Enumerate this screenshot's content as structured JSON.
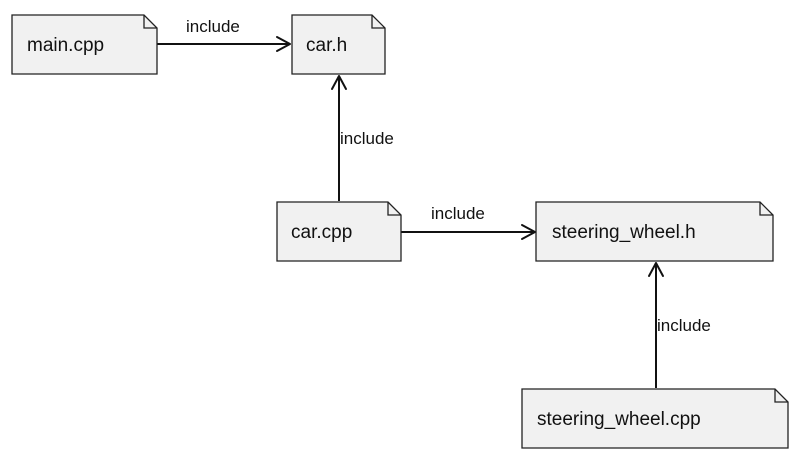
{
  "nodes": {
    "main_cpp": {
      "label": "main.cpp"
    },
    "car_h": {
      "label": "car.h"
    },
    "car_cpp": {
      "label": "car.cpp"
    },
    "steering_wheel_h": {
      "label": "steering_wheel.h"
    },
    "steering_wheel_cpp": {
      "label": "steering_wheel.cpp"
    }
  },
  "edges": {
    "main_to_car_h": {
      "from": "main.cpp",
      "to": "car.h",
      "label": "include"
    },
    "car_cpp_to_car_h": {
      "from": "car.cpp",
      "to": "car.h",
      "label": "include"
    },
    "car_cpp_to_steering_h": {
      "from": "car.cpp",
      "to": "steering_wheel.h",
      "label": "include"
    },
    "steering_cpp_to_steering_h": {
      "from": "steering_wheel.cpp",
      "to": "steering_wheel.h",
      "label": "include"
    }
  },
  "colors": {
    "node_fill": "#f1f1f1",
    "stroke": "#222222"
  }
}
